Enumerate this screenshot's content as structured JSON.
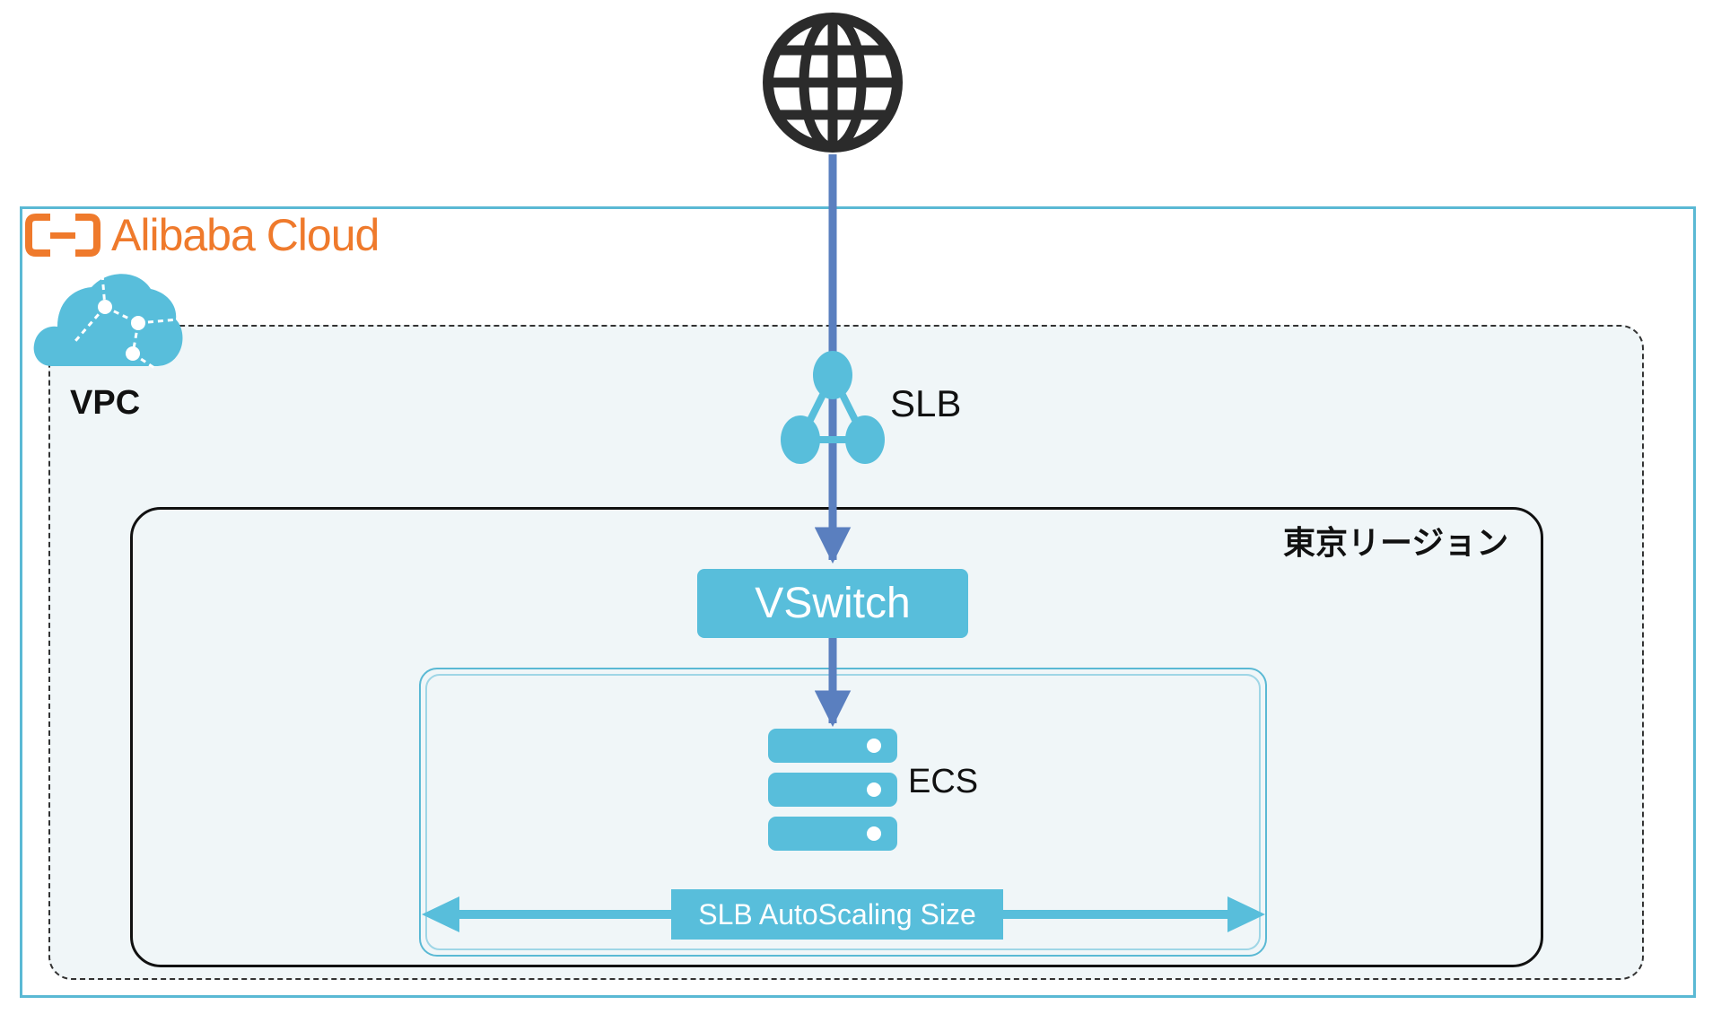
{
  "brand": {
    "name": "Alibaba Cloud",
    "color": "#ef7a2c"
  },
  "labels": {
    "vpc": "VPC",
    "slb": "SLB",
    "region": "東京リージョン",
    "vswitch": "VSwitch",
    "ecs": "ECS",
    "autoscaling": "SLB AutoScaling Size"
  },
  "icons": {
    "internet": "globe-icon",
    "vpc": "vpc-cloud-icon",
    "slb": "load-balancer-icon",
    "ecs": "server-stack-icon"
  },
  "colors": {
    "accent": "#58bedb",
    "connector": "#5a7fbf",
    "frame": "#5ab9d4",
    "globe": "#2b2b2b"
  }
}
